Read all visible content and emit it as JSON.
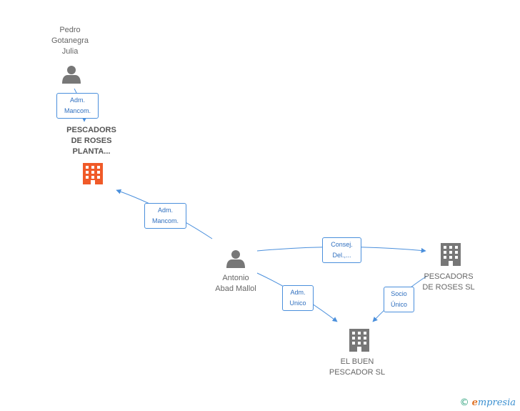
{
  "nodes": {
    "pedro": {
      "label": "Pedro\nGotanegra\nJulia",
      "kind": "person"
    },
    "antonio": {
      "label": "Antonio\nAbad Mallol",
      "kind": "person"
    },
    "pescadors_planta": {
      "label": "PESCADORS\nDE ROSES\nPLANTA...",
      "kind": "company-highlight"
    },
    "pescadors_sl": {
      "label": "PESCADORS\nDE ROSES SL",
      "kind": "company"
    },
    "el_buen": {
      "label": "EL BUEN\nPESCADOR SL",
      "kind": "company"
    }
  },
  "edges": {
    "pedro_planta": {
      "label": "Adm.\nMancom."
    },
    "antonio_planta": {
      "label": "Adm.\nMancom."
    },
    "antonio_sl": {
      "label": "Consej.\nDel.,..."
    },
    "antonio_buen": {
      "label": "Adm.\nUnico"
    },
    "sl_buen": {
      "label": "Socio\nÚnico"
    }
  },
  "colors": {
    "edge": "#4a8fdc",
    "person": "#777777",
    "company": "#777777",
    "highlight": "#f05a28"
  },
  "watermark": {
    "copyright": "©",
    "brand_initial": "e",
    "brand_rest": "mpresia"
  }
}
